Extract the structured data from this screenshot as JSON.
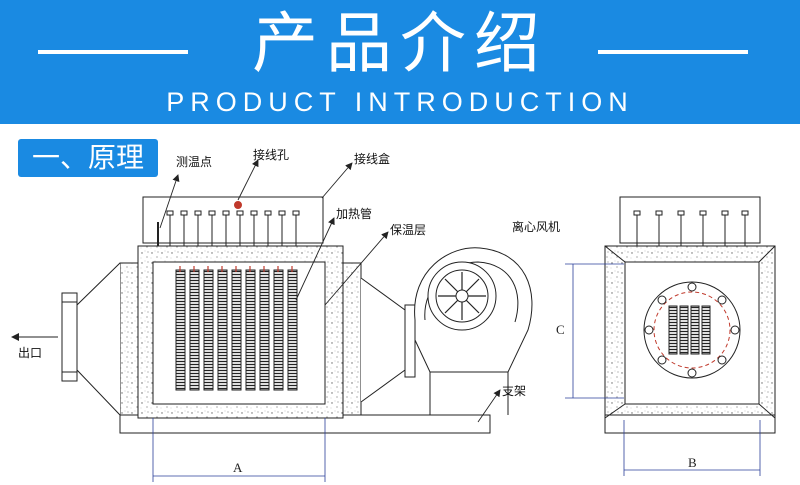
{
  "header": {
    "title_cn": "产品介绍",
    "title_en": "PRODUCT INTRODUCTION",
    "background_color": "#1a8ae2"
  },
  "section": {
    "tag": "一、原理"
  },
  "labels": {
    "measure_point": "测温点",
    "wiring_hole": "接线孔",
    "junction_box": "接线盒",
    "heating_tube": "加热管",
    "insulation": "保温层",
    "fan": "离心风机",
    "outlet": "出口",
    "bracket": "支架"
  },
  "dimensions": {
    "a": "A",
    "b": "B",
    "c": "C"
  },
  "colors": {
    "line": "#222222",
    "dimension": "#2a3f9a",
    "element_red": "#c0392b"
  }
}
